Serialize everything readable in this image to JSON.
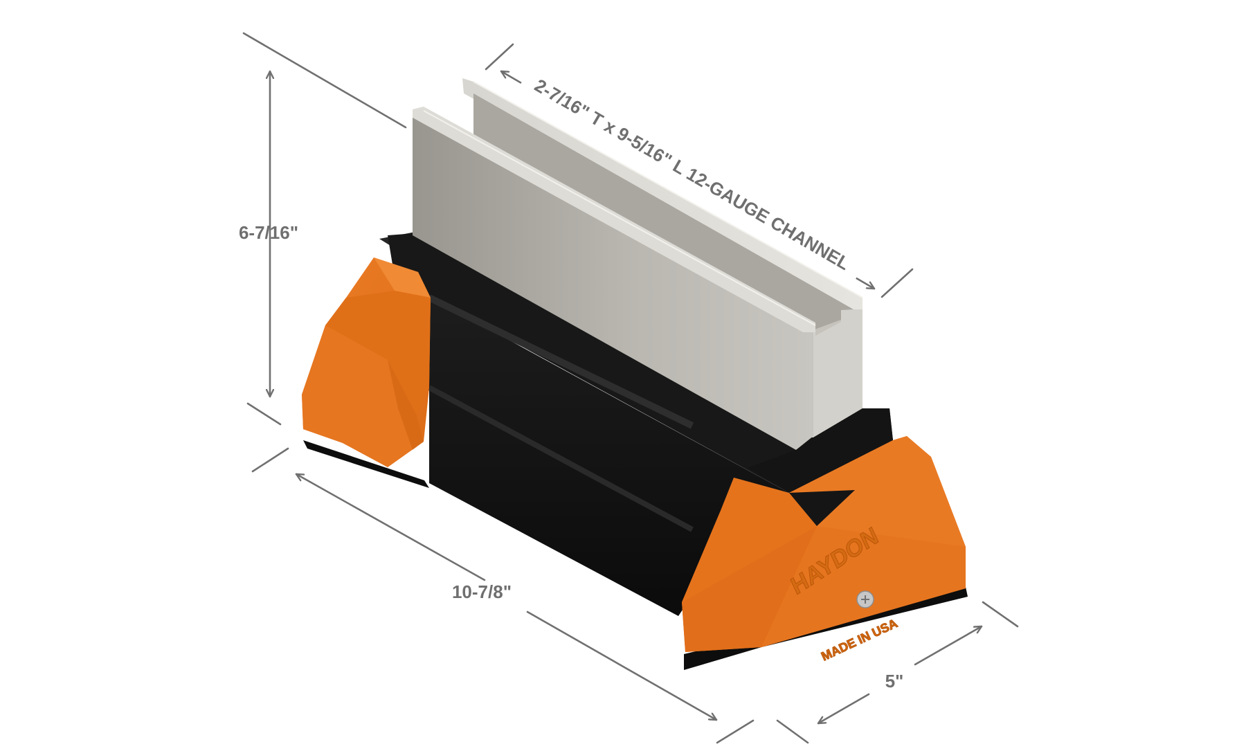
{
  "figure": {
    "dimensions": {
      "height": "6-7/16\"",
      "channel": "2-7/16\" T x 9-5/16\" L 12-GAUGE CHANNEL",
      "length": "10-7/8\"",
      "width": "5\""
    },
    "product_markings": {
      "brand": "HAYDON",
      "origin": "MADE IN USA"
    },
    "colors": {
      "orange": "#e87722",
      "black": "#151515",
      "channel": "#c9c7c1",
      "dimension_lines": "#707070"
    }
  }
}
